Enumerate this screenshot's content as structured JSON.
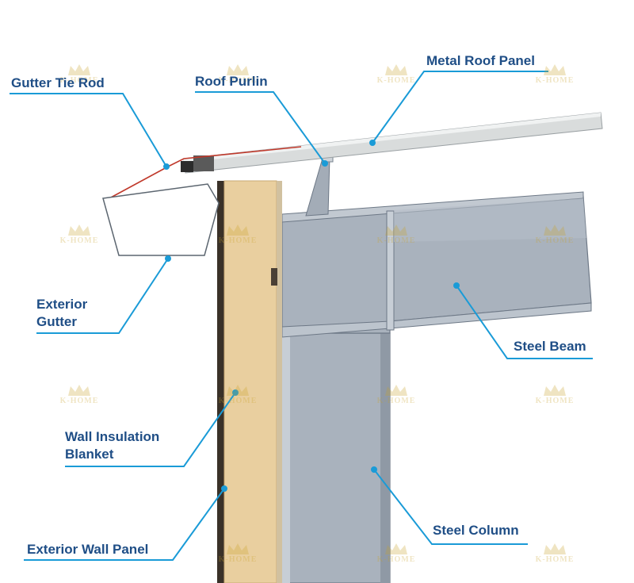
{
  "colors": {
    "label": "#1f4e86",
    "leader": "#1a9bd7",
    "steel": "#a9b2bd",
    "steel_edge": "#6d7886",
    "insulation": "#e9cf9f",
    "panel_dark": "#3a3128",
    "roof_panel": "#d9dcdc",
    "tie_rod": "#c0392b",
    "watermark": "#c9a227"
  },
  "labels": {
    "gutter_tie_rod": "Gutter Tie Rod",
    "roof_purlin": "Roof Purlin",
    "metal_roof_panel": "Metal Roof Panel",
    "exterior_gutter_line1": "Exterior",
    "exterior_gutter_line2": "Gutter",
    "steel_beam": "Steel Beam",
    "wall_insulation_line1": "Wall Insulation",
    "wall_insulation_line2": "Blanket",
    "steel_column": "Steel Column",
    "exterior_wall_panel": "Exterior Wall Panel"
  },
  "watermark": {
    "text": "K-HOME"
  }
}
